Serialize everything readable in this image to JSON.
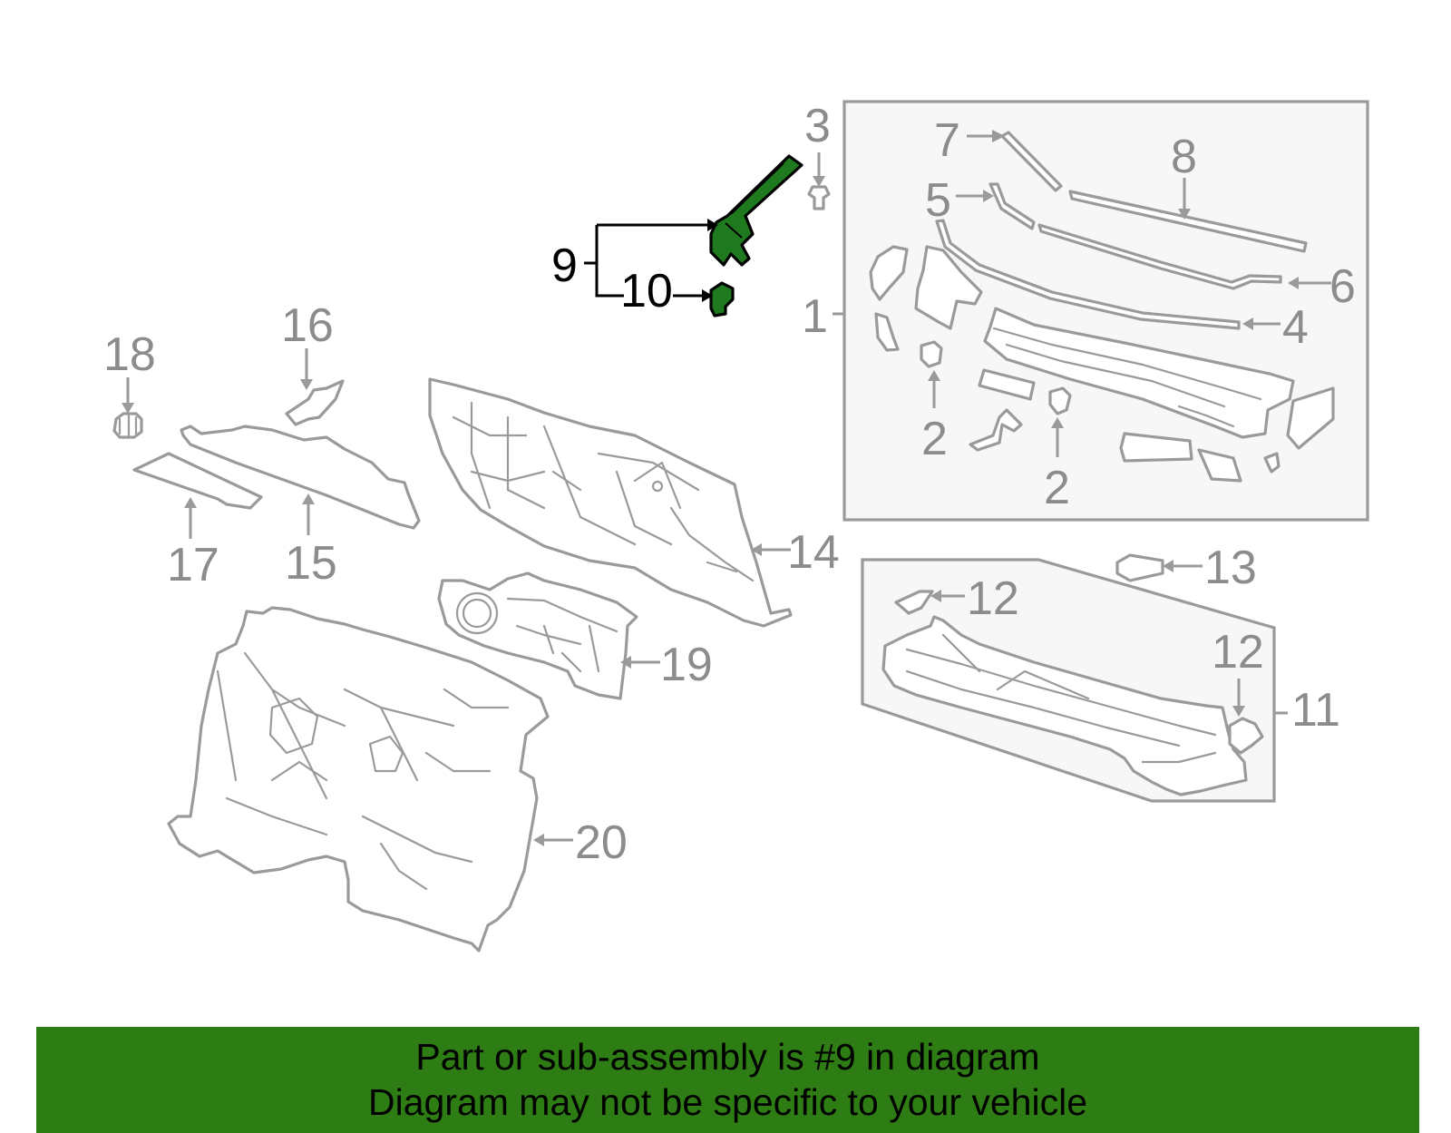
{
  "callouts": {
    "c1": "1",
    "c2a": "2",
    "c2b": "2",
    "c3": "3",
    "c4": "4",
    "c5": "5",
    "c6": "6",
    "c7": "7",
    "c8": "8",
    "c9": "9",
    "c10": "10",
    "c11": "11",
    "c12a": "12",
    "c12b": "12",
    "c13": "13",
    "c14": "14",
    "c15": "15",
    "c16": "16",
    "c17": "17",
    "c18": "18",
    "c19": "19",
    "c20": "20"
  },
  "highlight": {
    "part_number": "9",
    "color": "#2e7d14",
    "part_color": "#1f7a1f"
  },
  "footer": {
    "line1": "Part or sub-assembly is #9 in diagram",
    "line2": "Diagram may not be specific to your vehicle"
  }
}
